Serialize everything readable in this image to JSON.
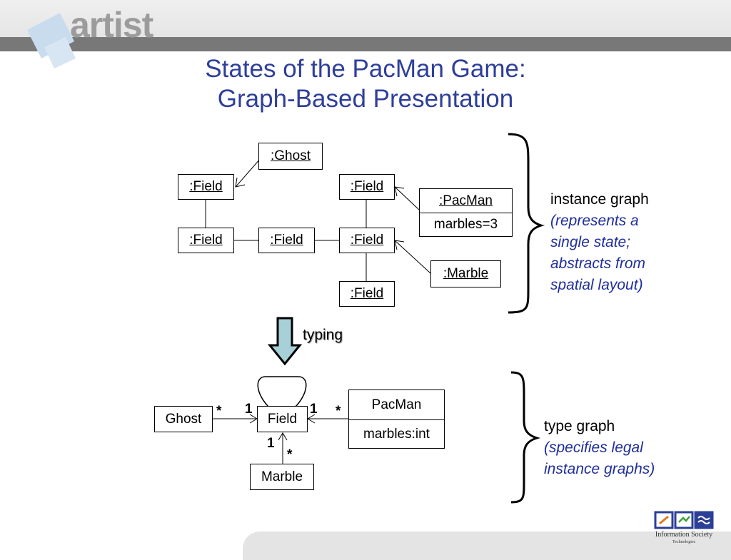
{
  "header": {
    "logo": "artist"
  },
  "title": {
    "line1": "States of the PacMan Game:",
    "line2": "Graph-Based Presentation"
  },
  "instance": {
    "ghost": ":Ghost",
    "field": ":Field",
    "pacman": ":PacMan",
    "pacman_attr": "marbles=3",
    "marble": ":Marble"
  },
  "typing_label": "typing",
  "type_graph": {
    "ghost": "Ghost",
    "field": "Field",
    "pacman": "PacMan",
    "pacman_attr": "marbles:int",
    "marble": "Marble",
    "mult_star": "*",
    "mult_one": "1"
  },
  "instance_desc": {
    "heading": "instance graph",
    "lines": [
      "(represents a",
      "single state;",
      "abstracts from",
      "spatial layout)"
    ]
  },
  "type_desc": {
    "heading": "type graph",
    "lines": [
      "(specifies legal",
      "instance graphs)"
    ]
  },
  "footer": {
    "logo_line1": "Information Society",
    "logo_line2": "Technologies"
  },
  "colors": {
    "title": "#2e3f9a",
    "italic_text": "#1f2e9c",
    "typing_arrow": "#a8d0d8"
  }
}
